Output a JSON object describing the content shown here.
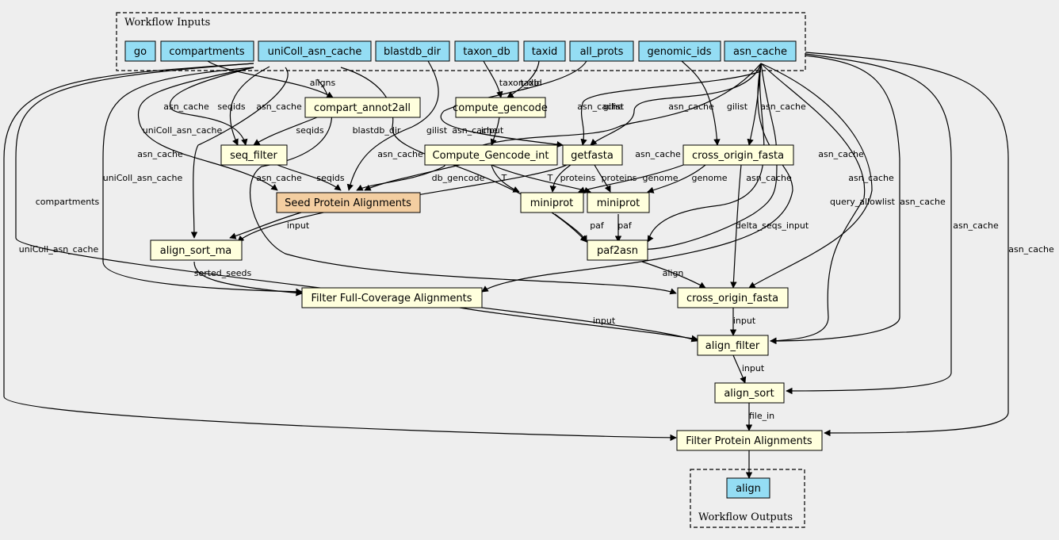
{
  "clusters": {
    "inputs_title": "Workflow Inputs",
    "outputs_title": "Workflow Outputs"
  },
  "inputs": [
    "go",
    "compartments",
    "uniColl_asn_cache",
    "blastdb_dir",
    "taxon_db",
    "taxid",
    "all_prots",
    "genomic_ids",
    "asn_cache"
  ],
  "steps": {
    "compart_annot2all": "compart_annot2all",
    "compute_gencode": "compute_gencode",
    "seq_filter": "seq_filter",
    "compute_gencode_int": "Compute_Gencode_int",
    "getfasta": "getfasta",
    "cross_origin_fasta_1": "cross_origin_fasta",
    "seed_protein_alignments": "Seed Protein Alignments",
    "miniprot_1": "miniprot",
    "miniprot_2": "miniprot",
    "align_sort_ma": "align_sort_ma",
    "paf2asn": "paf2asn",
    "filter_full_coverage": "Filter Full-Coverage Alignments",
    "cross_origin_fasta_2": "cross_origin_fasta",
    "align_filter": "align_filter",
    "align_sort": "align_sort",
    "filter_protein_alignments": "Filter Protein Alignments"
  },
  "outputs": [
    "align"
  ],
  "edge_labels": {
    "aligns": "aligns",
    "taxon_db": "taxon_db",
    "taxid": "taxid",
    "asn_cache_a": "asn_cache",
    "seqids_a": "seqids",
    "asn_cache_b": "asn_cache",
    "asn_cache_c": "asn_cache",
    "gilist_a": "gilist",
    "asn_cache_d": "asn_cache",
    "gilist_b": "gilist",
    "asn_cache_e": "asn_cache",
    "uniColl_asn_cache_a": "uniColl_asn_cache",
    "seqids_b": "seqids",
    "blastdb_dir": "blastdb_dir",
    "gilist_c": "gilist",
    "asn_cache_f": "asn_cache",
    "input_a": "input",
    "asn_cache_g": "asn_cache",
    "asn_cache_h": "asn_cache",
    "asn_cache_i": "asn_cache",
    "asn_cache_j": "asn_cache",
    "uniColl_asn_cache_b": "uniColl_asn_cache",
    "asn_cache_k": "asn_cache",
    "seqids_c": "seqids",
    "db_gencode": "db_gencode",
    "T_a": "T",
    "T_b": "T",
    "proteins_a": "proteins",
    "proteins_b": "proteins",
    "genome_a": "genome",
    "genome_b": "genome",
    "asn_cache_l": "asn_cache",
    "asn_cache_m": "asn_cache",
    "compartments": "compartments",
    "query_allowlist": "query_allowlist",
    "asn_cache_n": "asn_cache",
    "input_b": "input",
    "paf_a": "paf",
    "paf_b": "paf",
    "delta_seqs_input": "delta_seqs_input",
    "asn_cache_o": "asn_cache",
    "uniColl_asn_cache_c": "uniColl_asn_cache",
    "asn_cache_p": "asn_cache",
    "sorted_seeds": "sorted_seeds",
    "align": "align",
    "input_c": "input",
    "input_d": "input",
    "input_e": "input",
    "file_in": "file_in"
  }
}
